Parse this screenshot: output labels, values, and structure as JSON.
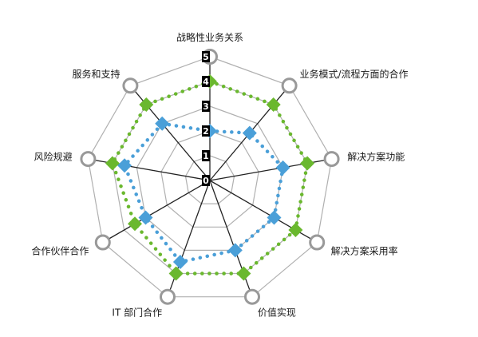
{
  "chart_data": {
    "type": "radar",
    "title": "",
    "axes": [
      "战略性业务关系",
      "业务模式/流程方面的合作",
      "解决方案功能",
      "解决方案采用率",
      "价值实现",
      "IT 部门合作",
      "合作伙伴合作",
      "风险规避",
      "服务和支持"
    ],
    "ticks": [
      "0",
      "1",
      "2",
      "3",
      "4",
      "5"
    ],
    "range": [
      0,
      5
    ],
    "series": [
      {
        "color": "#4a9fd8",
        "marker": "diamond",
        "line_style": "dotted",
        "values": [
          2,
          2.5,
          3,
          3,
          3,
          3.5,
          3,
          3.5,
          3
        ]
      },
      {
        "color": "#6ab82e",
        "marker": "diamond",
        "line_style": "dotted",
        "values": [
          4,
          4,
          4,
          4,
          4,
          4,
          3.5,
          4,
          4
        ]
      }
    ],
    "axis_end_marker": "hollow-circle",
    "grid_color": "#b0b0b0",
    "axis_color": "#222222"
  }
}
